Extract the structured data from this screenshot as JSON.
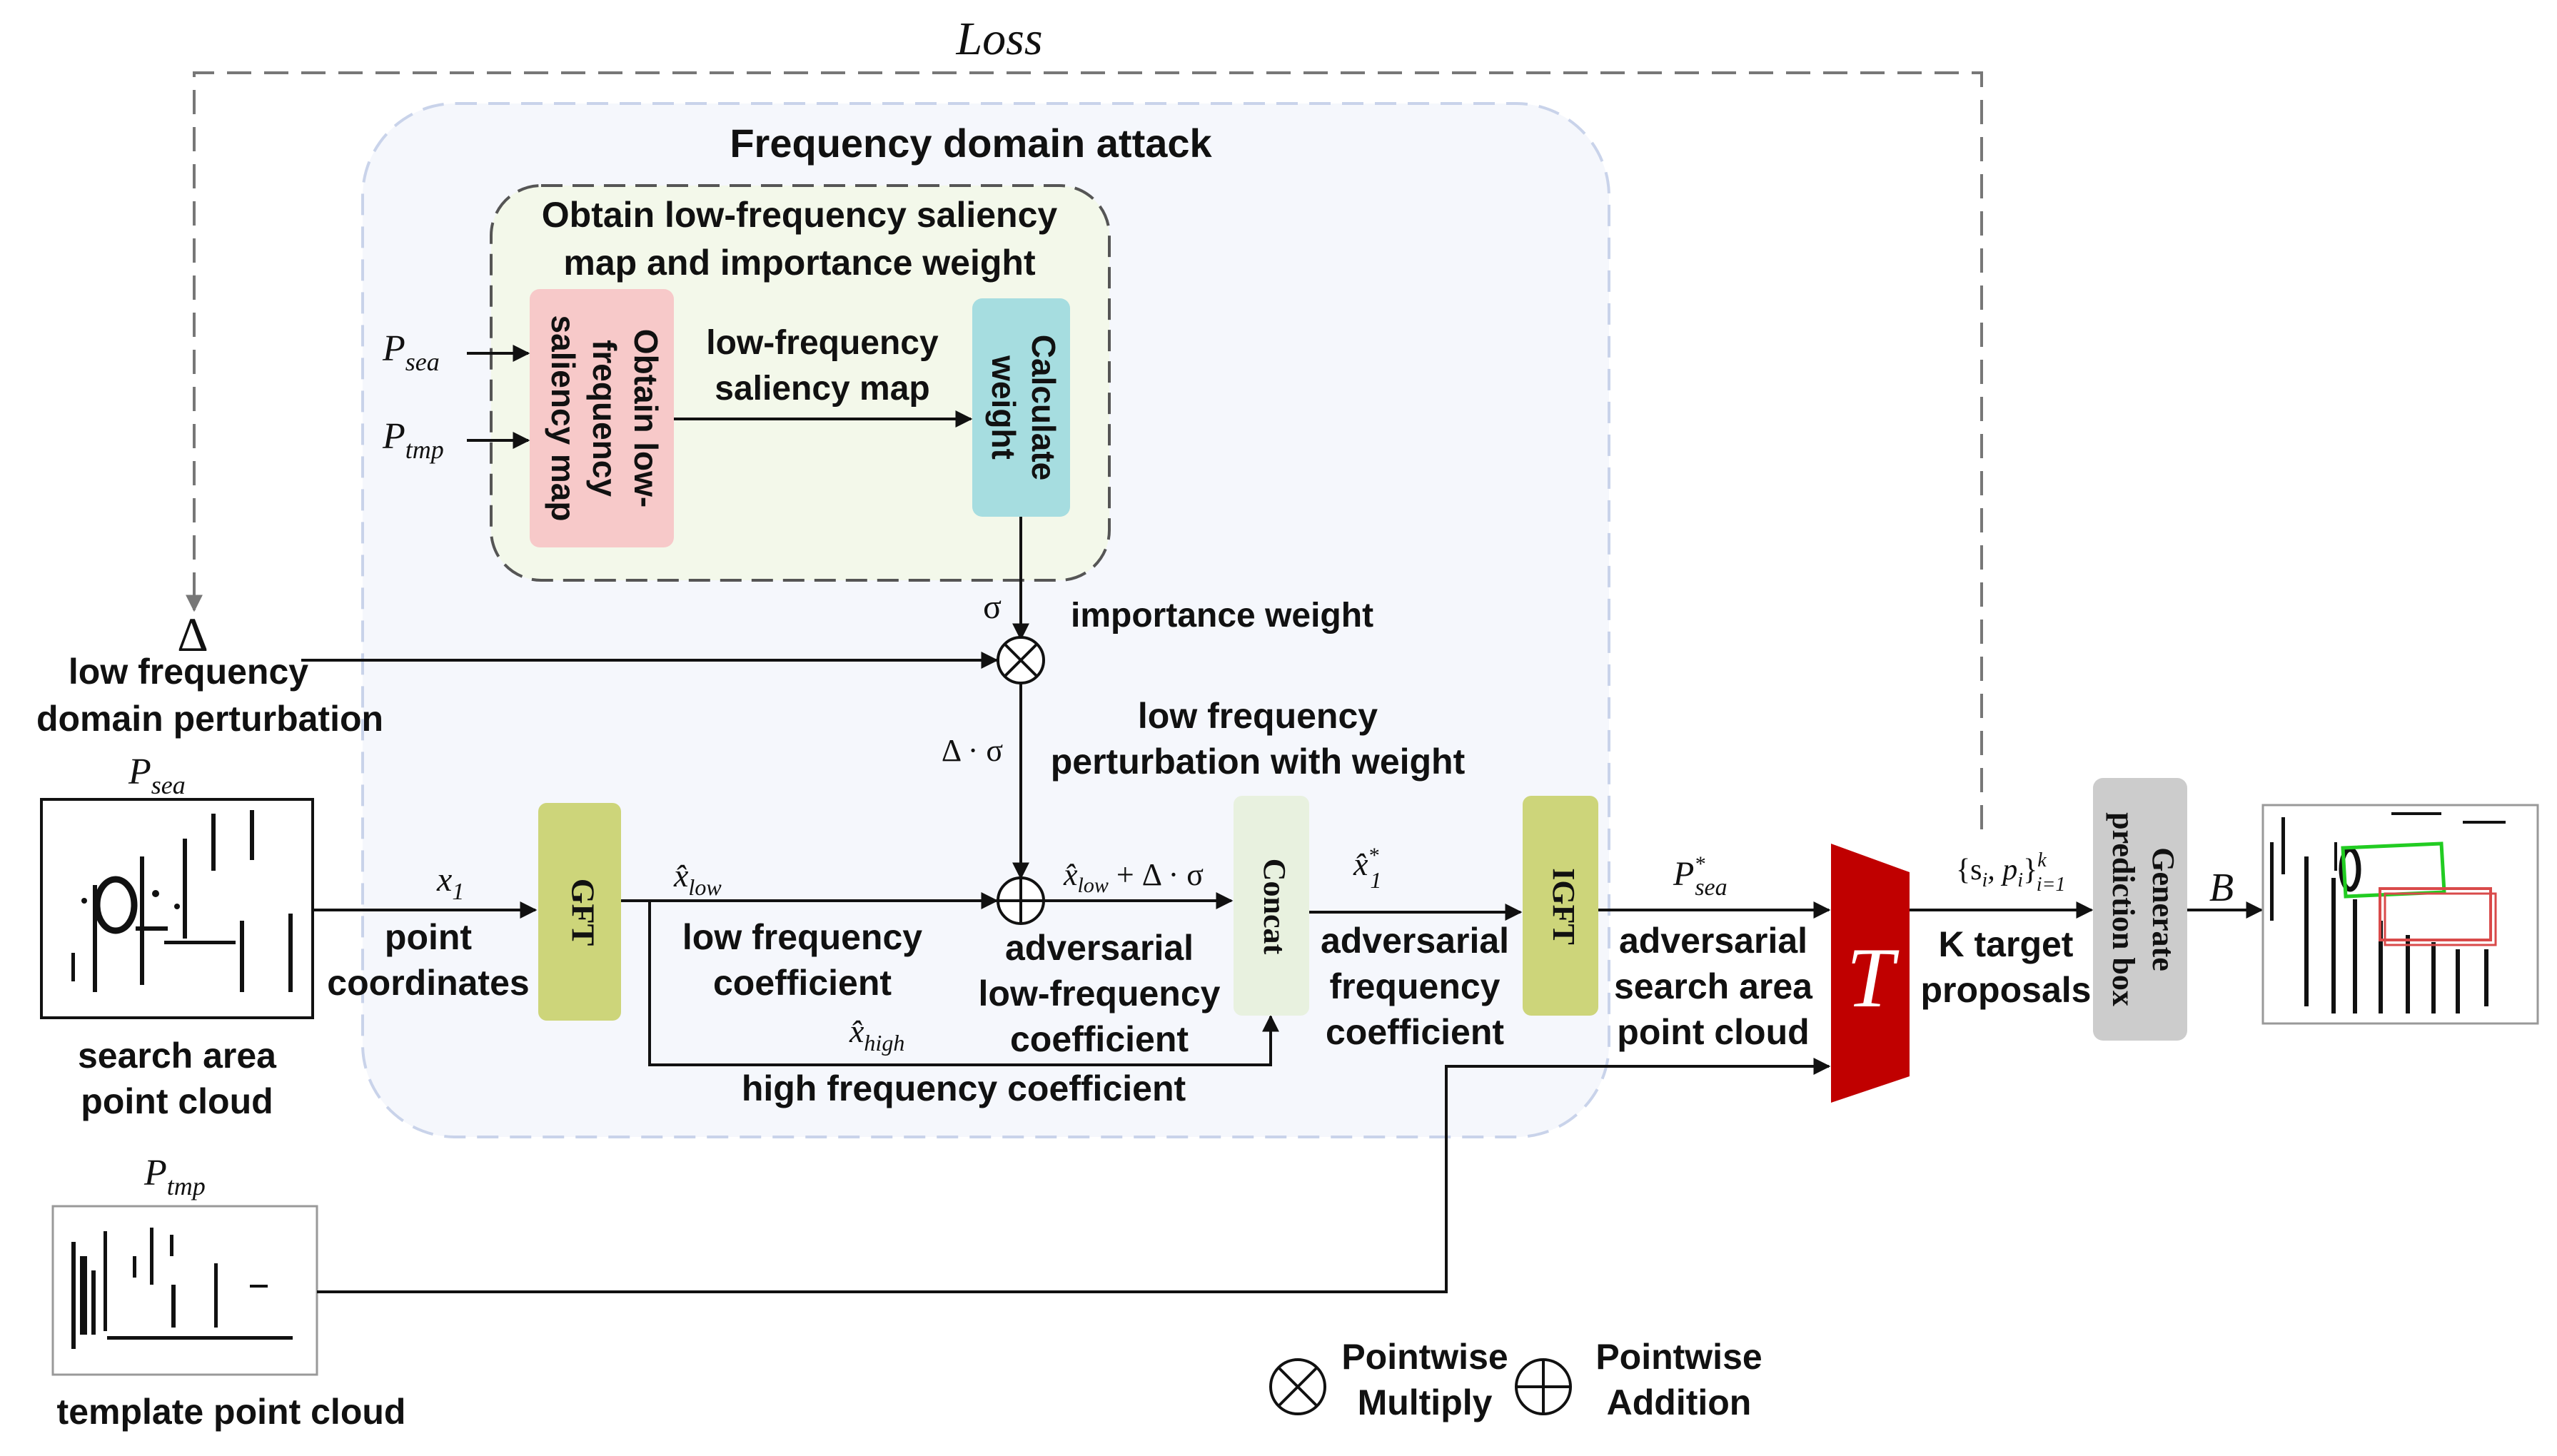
{
  "loss_label": "Loss",
  "fda": {
    "title": "Frequency domain attack",
    "saliency_box_title": [
      "Obtain low-frequency saliency",
      "map and importance weight"
    ],
    "obtain_block": [
      "Obtain low-",
      "frequency",
      "saliency map"
    ],
    "calc_block": [
      "Calculate",
      "weight"
    ],
    "saliency_map_label": [
      "low-frequency",
      "saliency map"
    ],
    "importance_weight": "importance weight",
    "sigma": "σ",
    "delta_sigma": "Δ · σ",
    "weighted_perturbation": [
      "low frequency",
      "perturbation with weight"
    ]
  },
  "inputs": {
    "p_sea": {
      "base": "P",
      "sub": "sea"
    },
    "p_tmp": {
      "base": "P",
      "sub": "tmp"
    },
    "delta_symbol": "Δ",
    "delta_label": [
      "low frequency",
      "domain perturbation"
    ],
    "search_caption": [
      "search area",
      "point cloud"
    ],
    "template_caption": "template point cloud"
  },
  "pipeline": {
    "x1": {
      "base": "x",
      "sub": "1"
    },
    "point_coords": [
      "point",
      "coordinates"
    ],
    "gft": "GFT",
    "x_low": {
      "base": "x̂",
      "sub": "low"
    },
    "low_coef": [
      "low frequency",
      "coefficient"
    ],
    "x_high": {
      "base": "x̂",
      "sub": "high"
    },
    "high_coef": "high frequency coefficient",
    "sum_expr": {
      "base": "x̂",
      "sub": "low",
      "rest": " + Δ · σ"
    },
    "adv_low": [
      "adversarial",
      "low-frequency",
      "coefficient"
    ],
    "concat": "Concat",
    "x1_star": {
      "base": "x̂",
      "sup": "*",
      "sub": "1"
    },
    "adv_freq": [
      "adversarial",
      "frequency",
      "coefficient"
    ],
    "igft": "IGFT",
    "p_sea_star": {
      "base": "P",
      "sup": "*",
      "sub": "sea"
    },
    "adv_search": [
      "adversarial",
      "search area",
      "point cloud"
    ],
    "tracker": "T",
    "proposals_math": {
      "set": "{s",
      "i": "i",
      "p": ", p",
      "close": "}",
      "sup": "k",
      "sub": "i=1"
    },
    "k_target": [
      "K target",
      "proposals"
    ],
    "generate_box": [
      "Generate",
      "prediction box"
    ],
    "b_label": "B"
  },
  "legend": {
    "multiply": [
      "Pointwise",
      "Multiply"
    ],
    "addition": [
      "Pointwise",
      "Addition"
    ]
  },
  "colors": {
    "fda_bg": "#f5f7fc",
    "fda_border": "#c9d3ea",
    "saliency_box_bg": "#f3f8ea",
    "obtain_block": "#f7c9c9",
    "calc_block": "#a6dde0",
    "gft_block": "#cdd57a",
    "concat_block": "#e8f1df",
    "tracker": "#c00000",
    "generate_block": "#cccccc",
    "green_box": "#22cc22",
    "red_box": "#d94a4a"
  }
}
